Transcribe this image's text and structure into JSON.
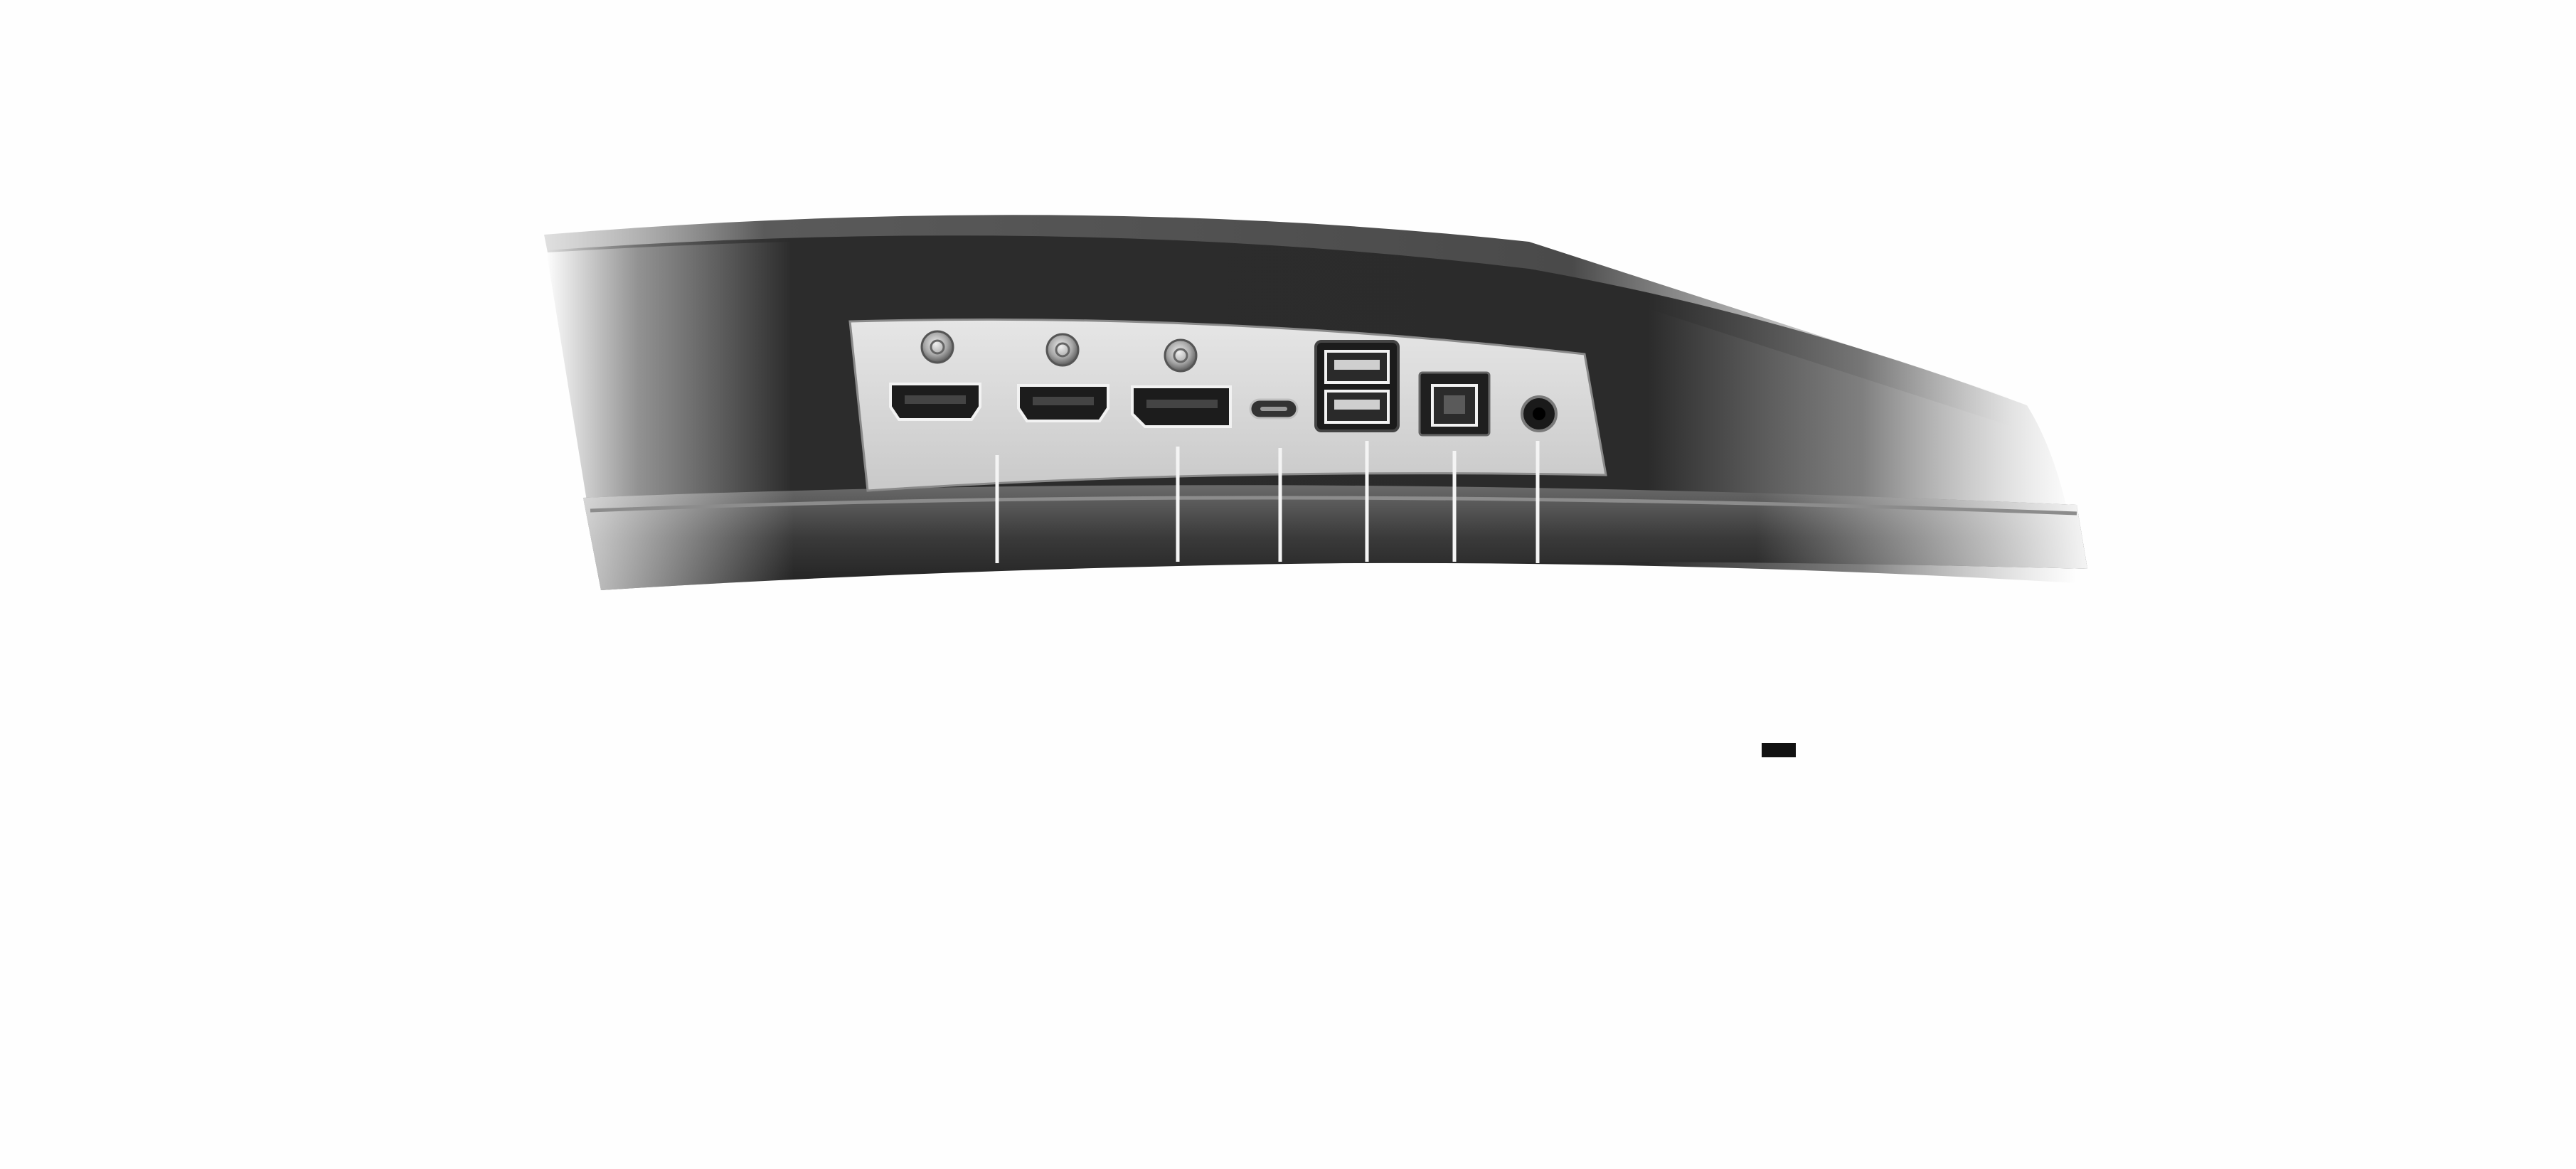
{
  "image": {
    "subject": "monitor-rear-io-panel",
    "background_color": "#fefefe",
    "bezel_color": "#2f2f2f",
    "panel_color": "#d9d9d9",
    "port_color": "#1b1b1b"
  },
  "ports": [
    {
      "name": "hdmi-1",
      "icon": "hdmi-port-icon"
    },
    {
      "name": "hdmi-2",
      "icon": "hdmi-port-icon"
    },
    {
      "name": "displayport",
      "icon": "displayport-icon"
    },
    {
      "name": "usb-c",
      "icon": "usb-c-port-icon"
    },
    {
      "name": "usb-a-stack",
      "icon": "usb-a-port-icon"
    },
    {
      "name": "usb-b",
      "icon": "usb-b-port-icon"
    },
    {
      "name": "audio-jack",
      "icon": "audio-jack-icon"
    }
  ],
  "screws": 3
}
